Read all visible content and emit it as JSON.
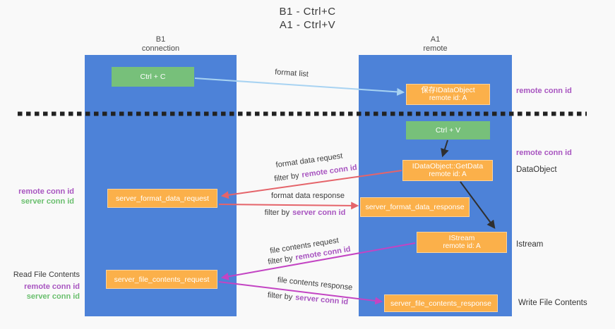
{
  "title": {
    "line1": "B1 - Ctrl+C",
    "line2": "A1 - Ctrl+V"
  },
  "columns": {
    "left": {
      "name": "B1",
      "role": "connection"
    },
    "right": {
      "name": "A1",
      "role": "remote"
    }
  },
  "nodes": {
    "ctrl_c": {
      "label": "Ctrl + C"
    },
    "saved_dataobject": {
      "line1": "保存IDataObject",
      "line2": "remote id: A"
    },
    "ctrl_v": {
      "label": "Ctrl + V"
    },
    "getdata": {
      "line1": "IDataObject::GetData",
      "line2": "remote id: A"
    },
    "istream": {
      "line1": "IStream",
      "line2": "remote id: A"
    },
    "server_format_data_request": {
      "label": "server_format_data_request"
    },
    "server_format_data_response": {
      "label": "server_format_data_response"
    },
    "server_file_contents_request": {
      "label": "server_file_contents_request"
    },
    "server_file_contents_response": {
      "label": "server_file_contents_response"
    }
  },
  "arrow_labels": {
    "format_list": "format list",
    "format_data_request": "format data request",
    "format_data_response": "format data response",
    "file_contents_request": "file contents request",
    "file_contents_response": "file contents response",
    "filter_by": "filter by",
    "remote_conn_id": "remote conn id",
    "server_conn_id": "server conn id"
  },
  "side_labels": {
    "right": {
      "remote_conn_id_top": "remote conn id",
      "remote_conn_id_mid": "remote conn id",
      "dataobject": "DataObject",
      "istream": "Istream",
      "write_file_contents": "Write File Contents"
    },
    "left": {
      "remote_conn_id_mid": "remote conn id",
      "server_conn_id_mid": "server conn id",
      "read_file_contents": "Read File Contents",
      "remote_conn_id_bottom": "remote conn id",
      "server_conn_id_bottom": "server conn id"
    }
  },
  "colors": {
    "column_blue": "#4d82d8",
    "box_green": "#77c07a",
    "box_orange": "#fbb04a",
    "arrow_lightblue": "#a8d3f2",
    "arrow_red": "#e5646a",
    "arrow_magenta": "#c344c3",
    "arrow_black": "#2f2f2f",
    "text_purple": "#a855c0",
    "text_green": "#6abf6e"
  }
}
